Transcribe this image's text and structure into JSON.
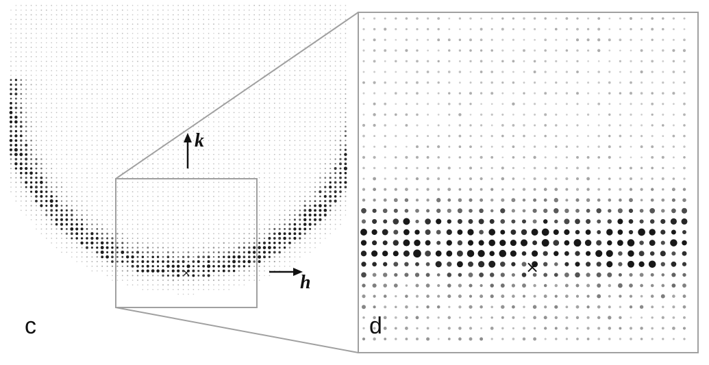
{
  "figure": {
    "panel_left_label": "c",
    "panel_right_label": "d",
    "axis_h_label": "h",
    "axis_k_label": "k",
    "center_marker": "×"
  },
  "colors": {
    "dot": "#111111",
    "frame": "#a0a0a0",
    "background": "#ffffff"
  }
}
